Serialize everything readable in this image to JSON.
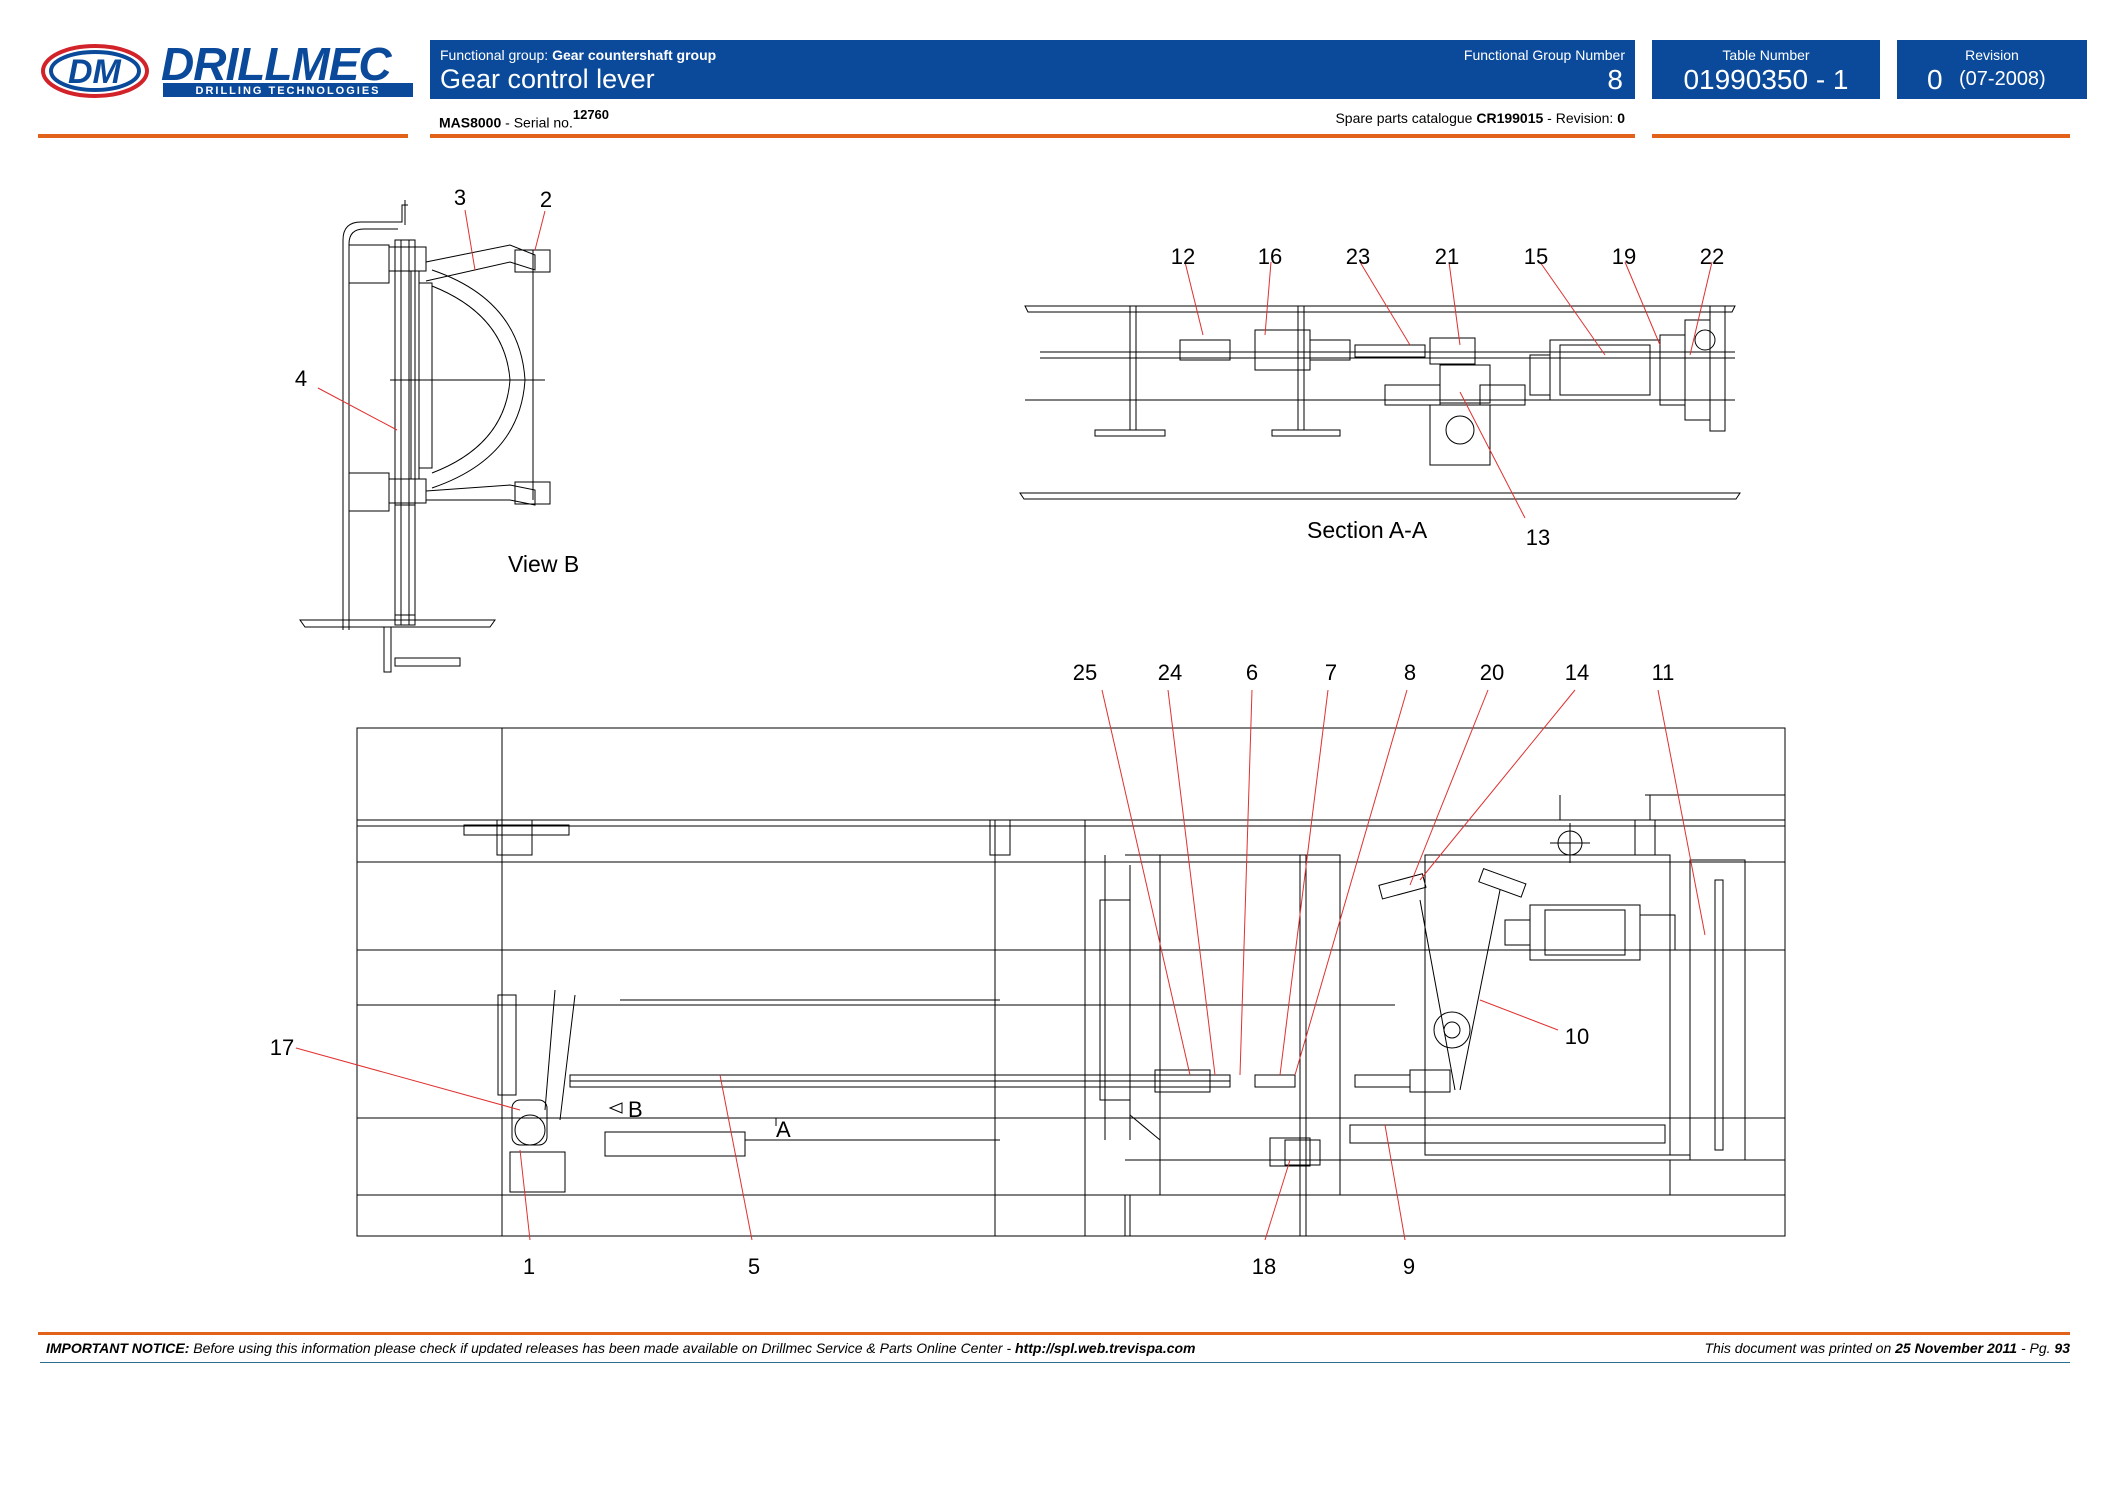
{
  "header": {
    "logo_text": "DRILLMEC",
    "logo_subtext": "DRILLING TECHNOLOGIES",
    "functional_group_label": "Functional group:",
    "functional_group_value": "Gear countershaft group",
    "title": "Gear control lever",
    "functional_group_number_label": "Functional Group Number",
    "functional_group_number": "8",
    "table_number_label": "Table Number",
    "table_number": "01990350 - 1",
    "revision_label": "Revision",
    "revision_number": "0",
    "revision_date": "(07-2008)"
  },
  "subheader": {
    "model": "MAS8000",
    "serial_label": " - Serial no.",
    "serial_number": "12760",
    "catalogue_label": "Spare parts catalogue",
    "catalogue_number": "CR199015",
    "revision_label": " - Revision:",
    "revision_value": "0"
  },
  "drawing": {
    "view_b_label": "View  B",
    "section_label": "Section  A-A",
    "marker_b": "B",
    "marker_a": "A",
    "callouts_view_b": [
      "3",
      "2",
      "4"
    ],
    "callouts_section": [
      "12",
      "16",
      "23",
      "21",
      "15",
      "19",
      "22",
      "13"
    ],
    "callouts_main_top": [
      "25",
      "24",
      "6",
      "7",
      "8",
      "20",
      "14",
      "11"
    ],
    "callouts_main_side": [
      "17",
      "10"
    ],
    "callouts_main_bottom": [
      "1",
      "5",
      "18",
      "9"
    ]
  },
  "footer": {
    "notice_label": "IMPORTANT NOTICE:",
    "notice_text": " Before using this information please check if updated releases has been made available on Drillmec Service & Parts Online Center - ",
    "notice_url": "http://spl.web.trevispa.com",
    "printed_label": "This document was printed on ",
    "printed_date": "25 November 2011",
    "page_label": " - Pg. ",
    "page_number": "93"
  },
  "colors": {
    "header_blue": "#0b4a9a",
    "accent_orange": "#e2621b",
    "callout_red": "#e03030",
    "logo_red": "#d2232a"
  }
}
